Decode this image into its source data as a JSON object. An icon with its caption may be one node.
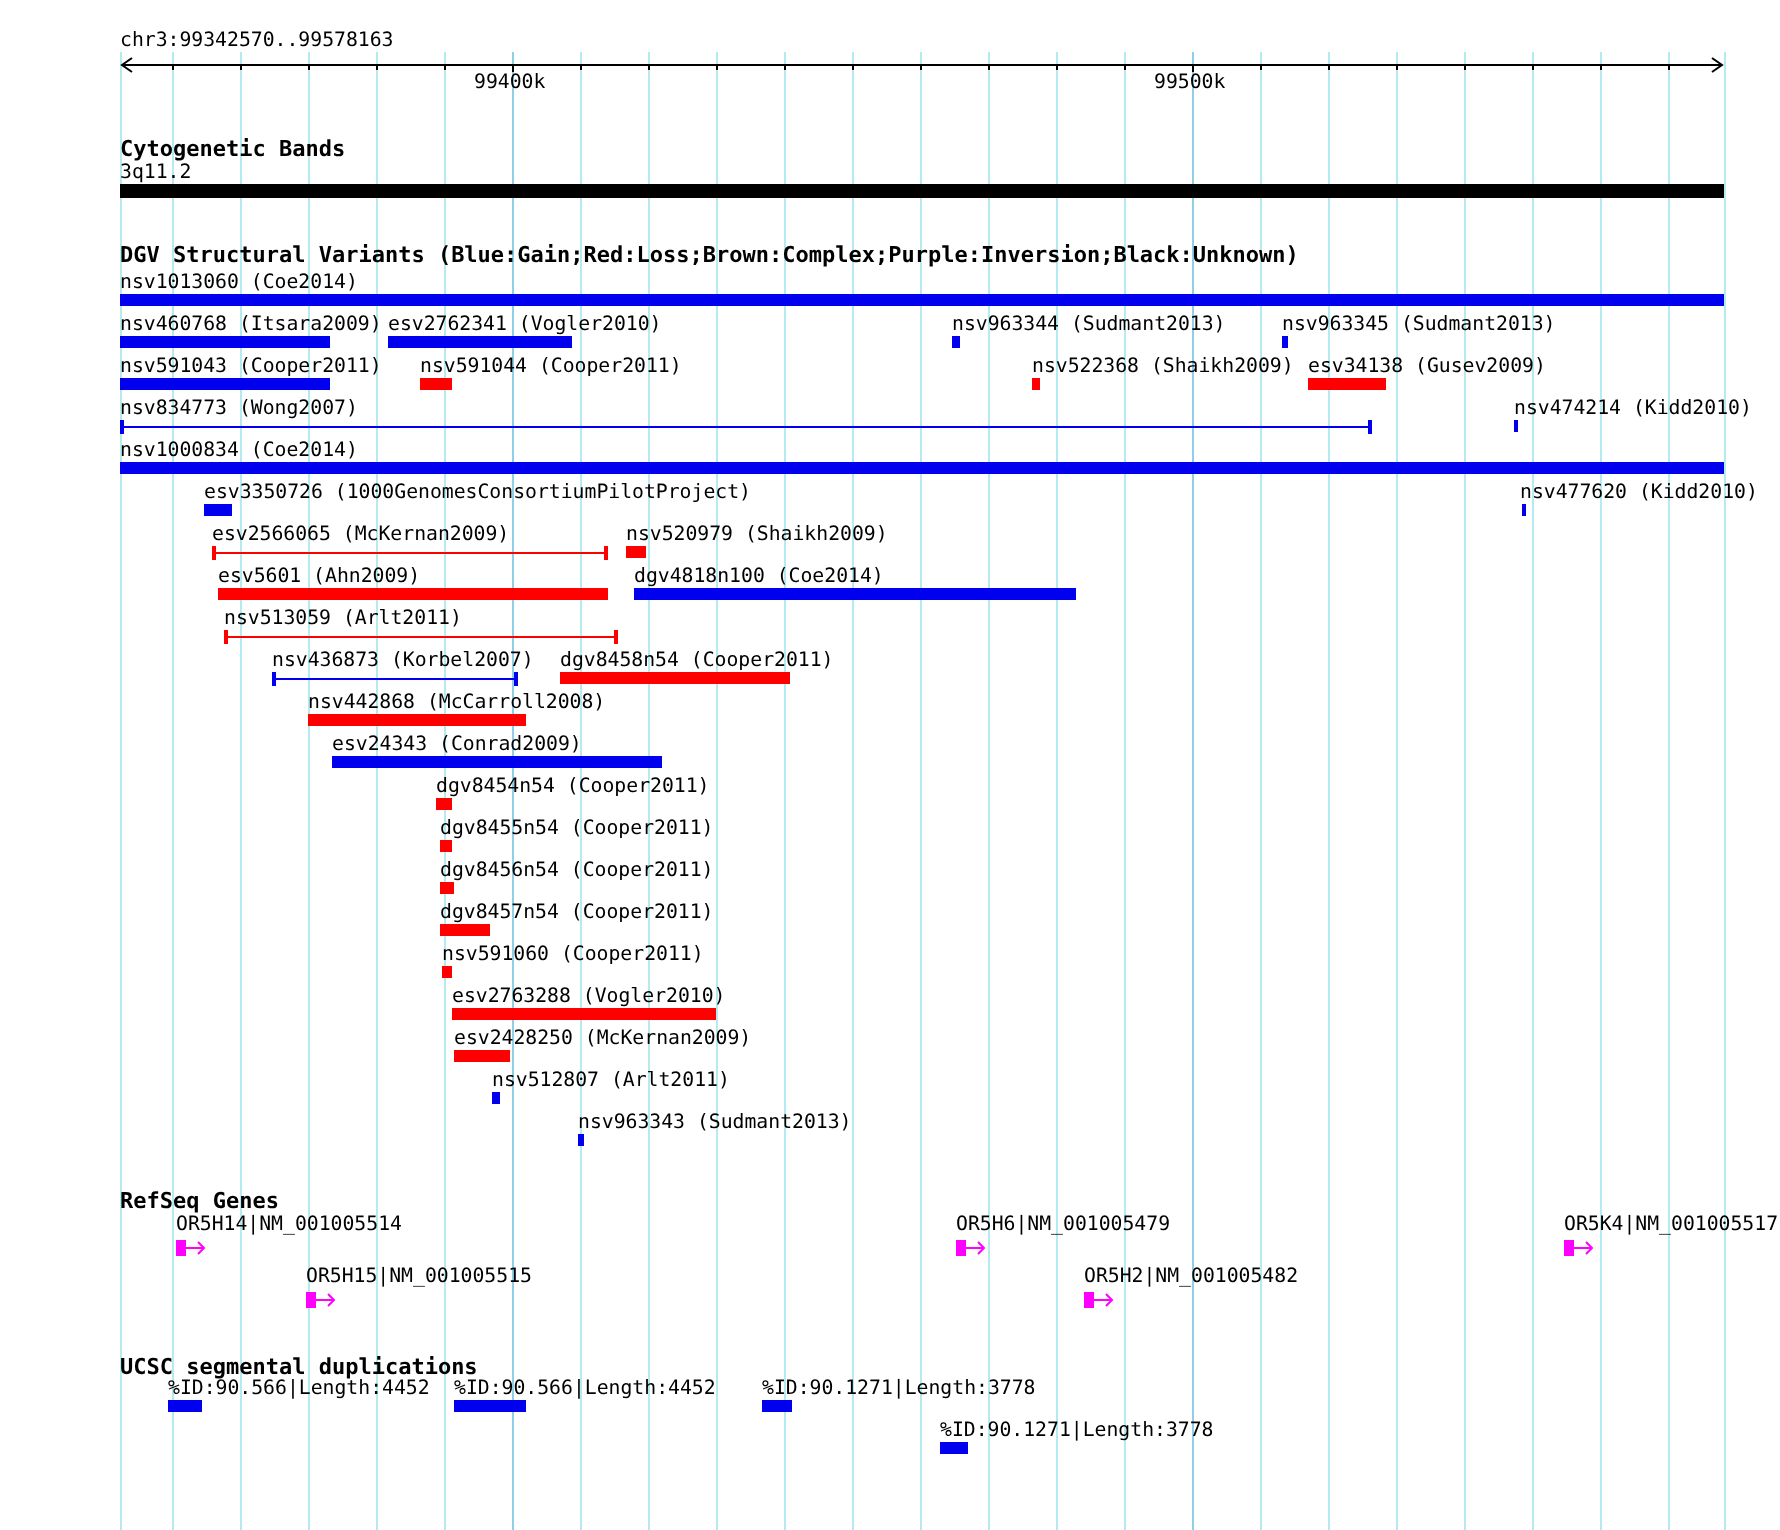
{
  "diagram": {
    "nodes": [
      {
        "text": [
          "3q11.2"
        ]
      },
      {
        "text": [
          "nsv1013060 (Coe2014)"
        ]
      },
      {
        "text": [
          "nsv460768 (Itsara2009)"
        ]
      },
      {
        "text": [
          "esv2762341 (Vogler2010)"
        ]
      },
      {
        "text": [
          "nsv963344 (Sudmant2013)"
        ]
      },
      {
        "text": [
          "nsv963345 (Sudmant2013)"
        ]
      },
      {
        "text": [
          "nsv591043 (Cooper2011)"
        ]
      },
      {
        "text": [
          "nsv591044 (Cooper2011)"
        ]
      },
      {
        "text": [
          "nsv522368 (Shaikh2009)"
        ]
      },
      {
        "text": [
          "esv34138 (Gusev2009)"
        ]
      },
      {
        "text": [
          "nsv834773 (Wong2007)"
        ]
      },
      {
        "text": [
          "nsv474214 (Kidd2010)"
        ]
      },
      {
        "text": [
          "nsv1000834 (Coe2014)"
        ]
      },
      {
        "text": [
          "esv3350726 (1000GenomesConsortiumPilotProject)"
        ]
      },
      {
        "text": [
          "nsv477620 (Kidd2010)"
        ]
      },
      {
        "text": [
          "esv2566065 (McKernan2009)"
        ]
      },
      {
        "text": [
          "nsv520979 (Shaikh2009)"
        ]
      },
      {
        "text": [
          "esv5601 (Ahn2009)"
        ]
      },
      {
        "text": [
          "dgv4818n100 (Coe2014)"
        ]
      },
      {
        "text": [
          "nsv513059 (Arlt2011)"
        ]
      },
      {
        "text": [
          "nsv436873 (Korbel2007)"
        ]
      },
      {
        "text": [
          "dgv8458n54 (Cooper2011)"
        ]
      },
      {
        "text": [
          "nsv442868 (McCarroll2008)"
        ]
      },
      {
        "text": [
          "esv24343 (Conrad2009)"
        ]
      },
      {
        "text": [
          "dgv8454n54 (Cooper2011)"
        ]
      },
      {
        "text": [
          "dgv8455n54 (Cooper2011)"
        ]
      },
      {
        "text": [
          "dgv8456n54 (Cooper2011)"
        ]
      },
      {
        "text": [
          "dgv8457n54 (Cooper2011)"
        ]
      },
      {
        "text": [
          "nsv591060 (Cooper2011)"
        ]
      },
      {
        "text": [
          "esv2763288 (Vogler2010)"
        ]
      },
      {
        "text": [
          "esv2428250 (McKernan2009)"
        ]
      },
      {
        "text": [
          "nsv512807 (Arlt2011)"
        ]
      },
      {
        "text": [
          "nsv963343 (Sudmant2013)"
        ]
      },
      {
        "text": [
          "OR5H14|NM_001005514"
        ]
      },
      {
        "text": [
          "OR5H6|NM_001005479"
        ]
      },
      {
        "text": [
          "OR5K4|NM_001005517"
        ]
      },
      {
        "text": [
          "OR5H15|NM_001005515"
        ]
      },
      {
        "text": [
          "OR5H2|NM_001005482"
        ]
      },
      {
        "text": [
          "%ID:90.566|Length:4452"
        ]
      },
      {
        "text": [
          "%ID:90.566|Length:4452"
        ]
      },
      {
        "text": [
          "%ID:90.1271|Length:3778"
        ]
      },
      {
        "text": [
          "%ID:90.1271|Length:3778"
        ]
      }
    ],
    "labels": [
      "chr3:99342570..99578163",
      "99400k",
      "99500k",
      "Cytogenetic Bands",
      "DGV Structural Variants (Blue:Gain;Red:Loss;Brown:Complex;Purple:Inversion;Black:Unknown)",
      "RefSeq Genes",
      "UCSC segmental duplications"
    ]
  }
}
